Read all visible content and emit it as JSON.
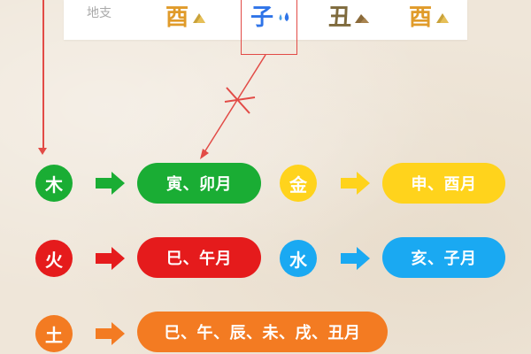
{
  "top_panel": {
    "label": "地支",
    "branches": [
      "酉",
      "子",
      "丑",
      "酉"
    ]
  },
  "rows": [
    {
      "element": "木",
      "months": "寅、卯月",
      "color": "#1aad34"
    },
    {
      "element": "金",
      "months": "申、酉月",
      "color": "#ffd31c"
    },
    {
      "element": "火",
      "months": "巳、午月",
      "color": "#e51b1c"
    },
    {
      "element": "水",
      "months": "亥、子月",
      "color": "#1aa9f2"
    },
    {
      "element": "土",
      "months": "巳、午、辰、未、戌、丑月",
      "color": "#f37b22"
    }
  ],
  "icons": {
    "branch_1": "earth-mountain-icon",
    "branch_2": "water-drops-icon",
    "branch_3": "earth-mound-icon",
    "branch_4": "earth-mountain-icon",
    "arrow": "right-arrow-icon"
  },
  "colors": {
    "annotation_red": "#e24b46",
    "gold": "#e09b2a",
    "blue": "#2f74e8",
    "brown": "#7e6a3c"
  }
}
